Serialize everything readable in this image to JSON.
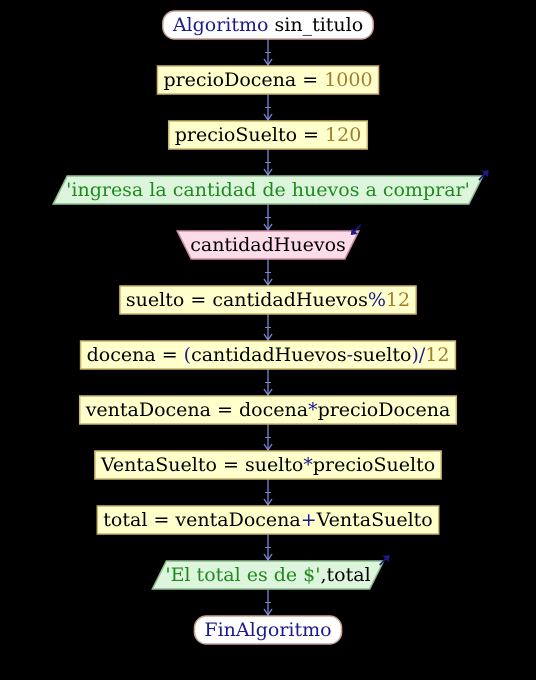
{
  "colors": {
    "background": "#000000",
    "connector": "#7a86d6",
    "process_fill": "#ffffcc",
    "process_stroke": "#c8b46e",
    "terminal_fill": "#ffffff",
    "terminal_stroke": "#c8a090",
    "output_fill": "#ddf5dd",
    "output_stroke": "#8fbf8f",
    "input_fill": "#fcdce8",
    "input_stroke": "#d090a8",
    "ident": "#000000",
    "keyword": "#1a1a8c",
    "number": "#a08030",
    "string": "#1e8a1e",
    "operator": "#1a1a8c",
    "io_arrow": "#1a1a8c"
  },
  "nodes": [
    {
      "id": "start",
      "kind": "terminal",
      "tokens": [
        {
          "t": "Algoritmo",
          "c": "keyword"
        },
        {
          "t": " sin_titulo",
          "c": "ident"
        }
      ]
    },
    {
      "id": "assign-precio-docena",
      "kind": "process",
      "tokens": [
        {
          "t": "precioDocena",
          "c": "ident"
        },
        {
          "t": " = ",
          "c": "ident"
        },
        {
          "t": "1000",
          "c": "number"
        }
      ]
    },
    {
      "id": "assign-precio-suelto",
      "kind": "process",
      "tokens": [
        {
          "t": "precioSuelto",
          "c": "ident"
        },
        {
          "t": " = ",
          "c": "ident"
        },
        {
          "t": "120",
          "c": "number"
        }
      ]
    },
    {
      "id": "output-prompt",
      "kind": "output",
      "tokens": [
        {
          "t": "'ingresa la cantidad de huevos a comprar'",
          "c": "string"
        }
      ]
    },
    {
      "id": "input-cantidad",
      "kind": "input",
      "tokens": [
        {
          "t": "cantidadHuevos",
          "c": "ident"
        }
      ]
    },
    {
      "id": "assign-suelto",
      "kind": "process",
      "tokens": [
        {
          "t": "suelto",
          "c": "ident"
        },
        {
          "t": " = ",
          "c": "ident"
        },
        {
          "t": "cantidadHuevos",
          "c": "ident"
        },
        {
          "t": "%",
          "c": "operator"
        },
        {
          "t": "12",
          "c": "number"
        }
      ]
    },
    {
      "id": "assign-docena",
      "kind": "process",
      "tokens": [
        {
          "t": "docena",
          "c": "ident"
        },
        {
          "t": " = ",
          "c": "ident"
        },
        {
          "t": "(",
          "c": "operator"
        },
        {
          "t": "cantidadHuevos",
          "c": "ident"
        },
        {
          "t": "-",
          "c": "operator"
        },
        {
          "t": "suelto",
          "c": "ident"
        },
        {
          "t": ")",
          "c": "operator"
        },
        {
          "t": "/",
          "c": "operator"
        },
        {
          "t": "12",
          "c": "number"
        }
      ]
    },
    {
      "id": "assign-venta-docena",
      "kind": "process",
      "tokens": [
        {
          "t": "ventaDocena",
          "c": "ident"
        },
        {
          "t": " = ",
          "c": "ident"
        },
        {
          "t": "docena",
          "c": "ident"
        },
        {
          "t": "*",
          "c": "operator"
        },
        {
          "t": "precioDocena",
          "c": "ident"
        }
      ]
    },
    {
      "id": "assign-venta-suelto",
      "kind": "process",
      "tokens": [
        {
          "t": "VentaSuelto",
          "c": "ident"
        },
        {
          "t": " = ",
          "c": "ident"
        },
        {
          "t": "suelto",
          "c": "ident"
        },
        {
          "t": "*",
          "c": "operator"
        },
        {
          "t": "precioSuelto",
          "c": "ident"
        }
      ]
    },
    {
      "id": "assign-total",
      "kind": "process",
      "tokens": [
        {
          "t": "total",
          "c": "ident"
        },
        {
          "t": " = ",
          "c": "ident"
        },
        {
          "t": "ventaDocena",
          "c": "ident"
        },
        {
          "t": "+",
          "c": "operator"
        },
        {
          "t": "VentaSuelto",
          "c": "ident"
        }
      ]
    },
    {
      "id": "output-total",
      "kind": "output",
      "tokens": [
        {
          "t": "'El total es de $'",
          "c": "string"
        },
        {
          "t": ",",
          "c": "ident"
        },
        {
          "t": "total",
          "c": "ident"
        }
      ]
    },
    {
      "id": "end",
      "kind": "terminal",
      "tokens": [
        {
          "t": "FinAlgoritmo",
          "c": "keyword"
        }
      ]
    }
  ]
}
